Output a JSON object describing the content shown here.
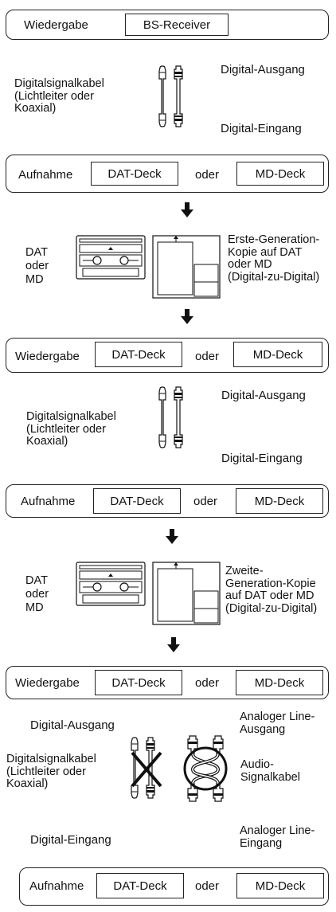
{
  "section1": {
    "play_label": "Wiedergabe",
    "source_box": "BS-Receiver",
    "digital_out": "Digital-Ausgang",
    "cable_label": "Digitalsignalkabel\n(Lichtleiter oder\nKoaxial)",
    "digital_in": "Digital-Eingang",
    "rec_label": "Aufnahme",
    "deck_a": "DAT-Deck",
    "or": "oder",
    "deck_b": "MD-Deck"
  },
  "copy1": {
    "media_label": "DAT\noder\nMD",
    "description": "Erste-Generation-\nKopie auf DAT\noder MD\n(Digital-zu-Digital)"
  },
  "section2": {
    "play_label": "Wiedergabe",
    "deck_a": "DAT-Deck",
    "or": "oder",
    "deck_b": "MD-Deck",
    "digital_out": "Digital-Ausgang",
    "cable_label": "Digitalsignalkabel\n(Lichtleiter oder\nKoaxial)",
    "digital_in": "Digital-Eingang",
    "rec_label": "Aufnahme",
    "rec_deck_a": "DAT-Deck",
    "rec_or": "oder",
    "rec_deck_b": "MD-Deck"
  },
  "copy2": {
    "media_label": "DAT\noder\nMD",
    "description": "Zweite-\nGeneration-Kopie\nauf DAT oder MD\n(Digital-zu-Digital)"
  },
  "section3": {
    "play_label": "Wiedergabe",
    "deck_a": "DAT-Deck",
    "or": "oder",
    "deck_b": "MD-Deck",
    "digital_out": "Digital-Ausgang",
    "analog_out": "Analoger Line-\nAusgang",
    "cable_label": "Digitalsignalkabel\n(Lichtleiter oder\nKoaxial)",
    "audio_cable": "Audio-\nSignalkabel",
    "digital_in": "Digital-Eingang",
    "analog_in": "Analoger Line-\nEingang",
    "rec_label": "Aufnahme",
    "rec_deck_a": "DAT-Deck",
    "rec_or": "oder",
    "rec_deck_b": "MD-Deck"
  }
}
